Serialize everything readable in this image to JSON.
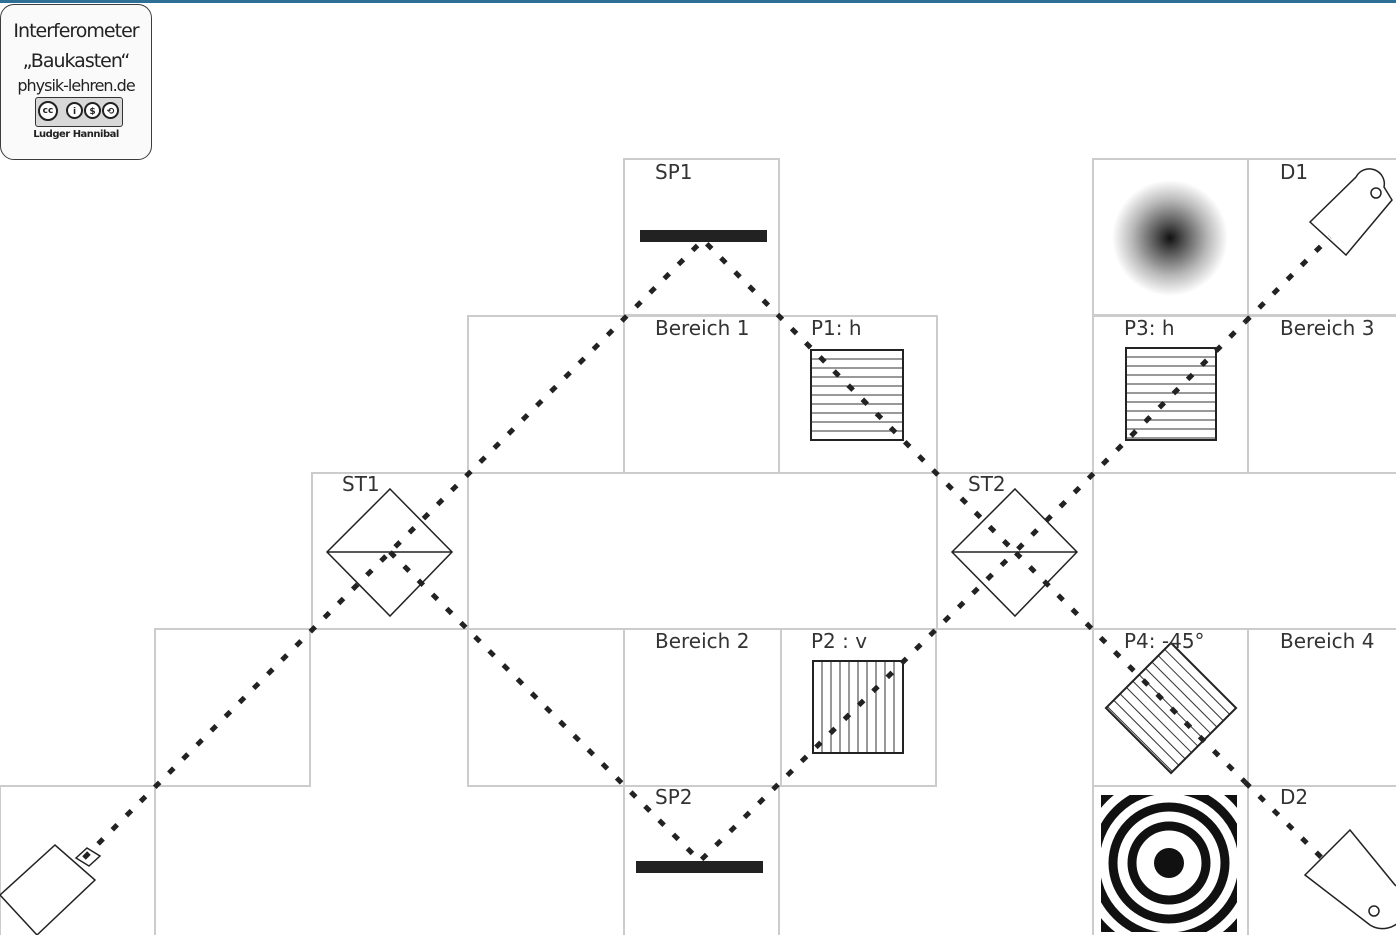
{
  "colors": {
    "accent_bar": "#2f6f95",
    "cell_border": "#cccccc",
    "ink": "#222222",
    "beam": "#222222"
  },
  "logo": {
    "line1": "Interferometer",
    "line2": "„Baukasten“",
    "line3": "physik-lehren.de",
    "license_icon": "cc-by-nc-sa-icon",
    "author": "Ludger Hannibal"
  },
  "labels": {
    "sp1": "SP1",
    "sp2": "SP2",
    "st1": "ST1",
    "st2": "ST2",
    "d1": "D1",
    "d2": "D2",
    "bereich1": "Bereich 1",
    "bereich2": "Bereich 2",
    "bereich3": "Bereich 3",
    "bereich4": "Bereich 4",
    "p1": "P1: h",
    "p2": "P2 : v",
    "p3": "P3: h",
    "p4": "P4: -45°"
  },
  "components": {
    "source": "laser-icon",
    "mirrors": "mirror-icon",
    "beam_splitters": "beam-splitter-icon",
    "polarizers": "polarizer-icon",
    "detectors": "detector-icon",
    "screen_d1": "gaussian-spot-icon",
    "screen_d2": "interference-rings-icon"
  }
}
